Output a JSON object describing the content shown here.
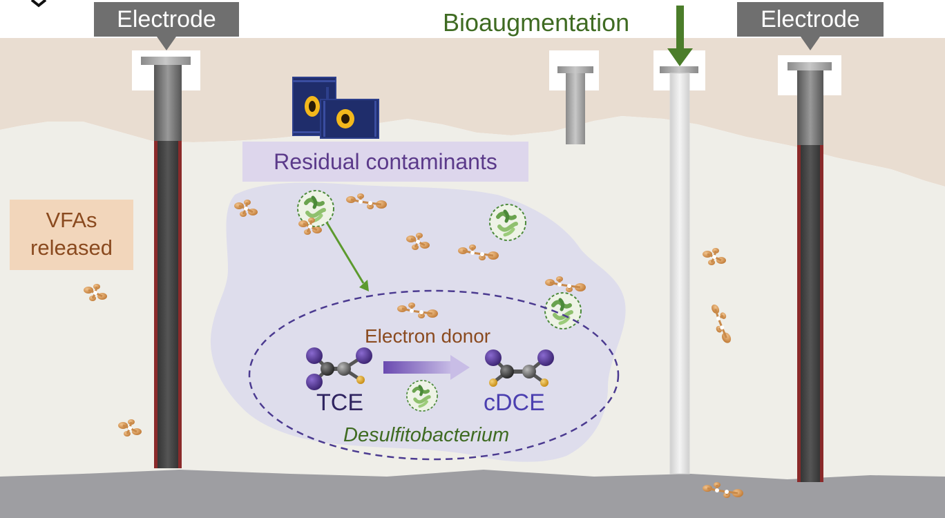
{
  "labels": {
    "electrode_left": "Electrode",
    "electrode_right": "Electrode",
    "bioaugmentation": "Bioaugmentation",
    "residual_contaminants": "Residual contaminants",
    "vfas_line1": "VFAs",
    "vfas_line2": "released",
    "electron_donor": "Electron donor",
    "reactant": "TCE",
    "product": "cDCE",
    "organism": "Desulfitobacterium"
  },
  "colors": {
    "sky": "#ffffff",
    "topsoil": "#e9ddd1",
    "subsoil": "#efeee8",
    "bedrock": "#9e9ea2",
    "plume": "#dcdaec",
    "electrode_tag": "#6f6f6f",
    "bioaug_green": "#3f6b22",
    "contaminant_purple": "#5b3a8a",
    "vfa_brown": "#8a4a1f",
    "microbe_green": "#4c8a3a",
    "vfa_orange": "#d49a5c"
  },
  "icons": {
    "drums": "chemical-drums-icon",
    "microbe": "microbe-cluster-icon",
    "vfa": "vfa-molecule-icon",
    "molecule": "ethene-molecule-icon"
  }
}
